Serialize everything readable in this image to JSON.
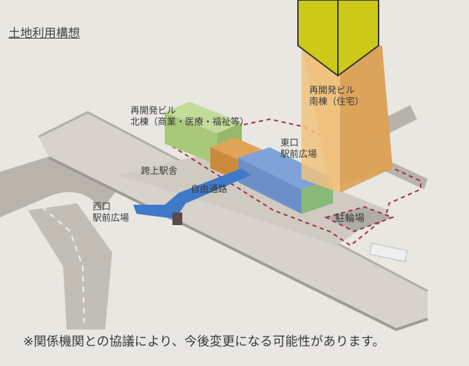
{
  "title": "土地利用構想",
  "labels": {
    "north_building": [
      "再開発ビル",
      "北棟（商業・医療・福祉等）"
    ],
    "south_building": [
      "再開発ビル",
      "南棟（住宅）"
    ],
    "east_plaza": [
      "東口",
      "駅前広場"
    ],
    "station": "跨上駅舎",
    "passage": "自由通路",
    "west_plaza": [
      "西口",
      "駅前広場"
    ],
    "bike_parking": "駐輪場"
  },
  "note": "※関係機関との協議により、今後変更になる可能性があります。",
  "colors": {
    "background": "#e9e7e2",
    "road": "#c9c4bb",
    "road_side": "#b7b2a9",
    "track": "#d7d3cc",
    "north_building": "#b8d48e",
    "south_building": "#e9b86f",
    "station_block": "#d59a4f",
    "passage": "#3f79c9",
    "marker": "#ccc918",
    "dash": "#a0304a"
  }
}
